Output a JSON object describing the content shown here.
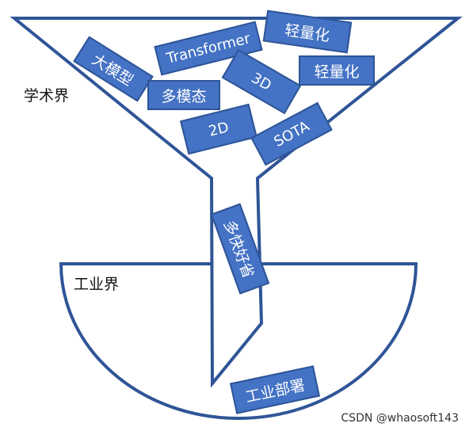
{
  "regions": {
    "academia": "学术界",
    "industry": "工业界"
  },
  "tags": {
    "large_model": "大模型",
    "transformer": "Transformer",
    "lightweight_1": "轻量化",
    "lightweight_2": "轻量化",
    "multimodal": "多模态",
    "three_d": "3D",
    "two_d": "2D",
    "sota": "SOTA",
    "fast_good_cheap": "多快好省",
    "industrial_deployment": "工业部署"
  },
  "watermark": "CSDN @whaosoft143",
  "colors": {
    "outline": "#2f5597",
    "tag_fill": "#4472c4",
    "tag_text": "#ffffff"
  }
}
